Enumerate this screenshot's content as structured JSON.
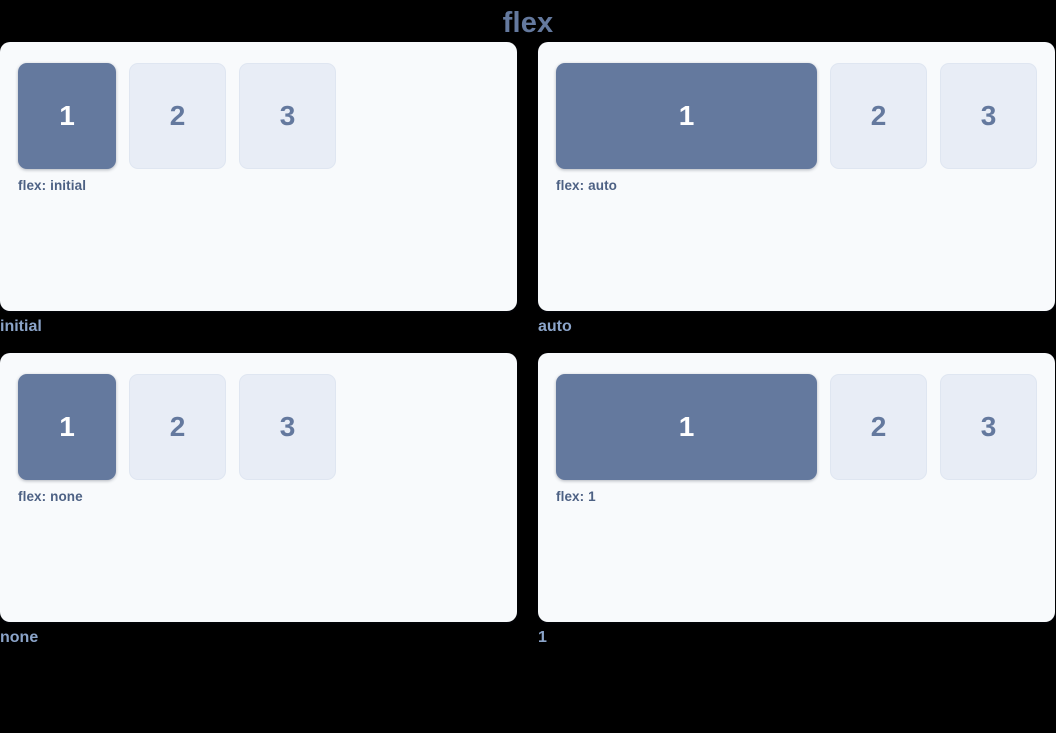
{
  "title": "flex",
  "colors": {
    "page_background": "#000000",
    "panel_background": "#f8fafc",
    "accent_box": "#64799e",
    "muted_box": "#e8edf6",
    "title_text": "#64799e",
    "caption_text": "#8ba4c9",
    "code_label_text": "#4d6184"
  },
  "demos": [
    {
      "code_label": "flex: initial",
      "caption": "initial",
      "boxes": [
        {
          "label": "1",
          "style": "primary"
        },
        {
          "label": "2",
          "style": "muted"
        },
        {
          "label": "3",
          "style": "muted"
        }
      ]
    },
    {
      "code_label": "flex: auto",
      "caption": "auto",
      "boxes": [
        {
          "label": "1",
          "style": "primary"
        },
        {
          "label": "2",
          "style": "muted"
        },
        {
          "label": "3",
          "style": "muted"
        }
      ]
    },
    {
      "code_label": "flex: none",
      "caption": "none",
      "boxes": [
        {
          "label": "1",
          "style": "primary"
        },
        {
          "label": "2",
          "style": "muted"
        },
        {
          "label": "3",
          "style": "muted"
        }
      ]
    },
    {
      "code_label": "flex: 1",
      "caption": "1",
      "boxes": [
        {
          "label": "1",
          "style": "primary"
        },
        {
          "label": "2",
          "style": "muted"
        },
        {
          "label": "3",
          "style": "muted"
        }
      ]
    }
  ]
}
